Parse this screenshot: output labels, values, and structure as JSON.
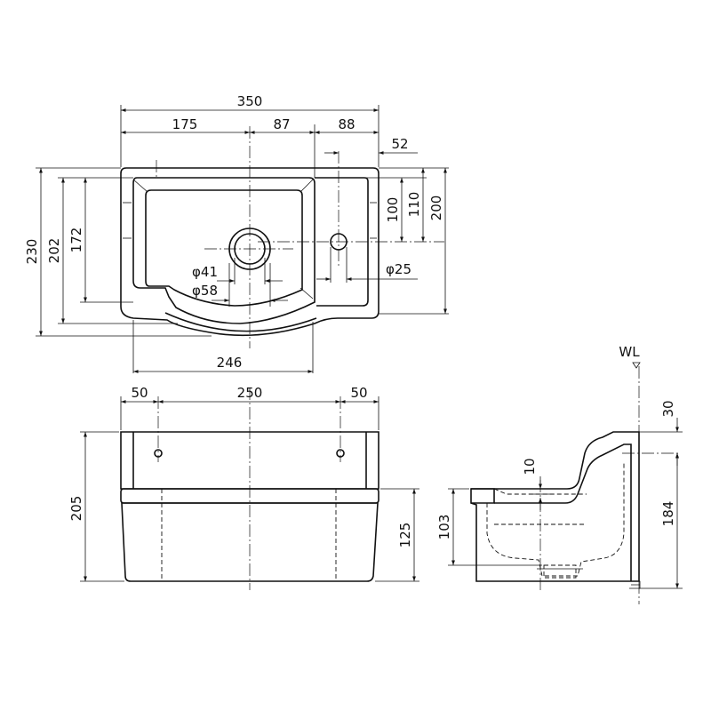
{
  "plan_view": {
    "dims": {
      "overall_width": "350",
      "left_to_center": "175",
      "center_to_faucet_line": "87",
      "faucet_line_to_edge": "88",
      "faucet_offset": "52",
      "depth_100": "100",
      "depth_110": "110",
      "depth_200": "200",
      "overall_depth": "230",
      "depth_202": "202",
      "depth_172": "172",
      "drain_inner": "φ41",
      "drain_outer": "φ58",
      "faucet_hole": "φ25",
      "bowl_width": "246"
    }
  },
  "front_view": {
    "dims": {
      "left_margin": "50",
      "hole_spacing": "250",
      "right_margin": "50",
      "overall_height": "205",
      "bowl_height": "125"
    }
  },
  "side_view": {
    "wl_label": "WL",
    "dims": {
      "top_offset": "30",
      "height_184": "184",
      "rim_10": "10",
      "front_103": "103"
    }
  }
}
